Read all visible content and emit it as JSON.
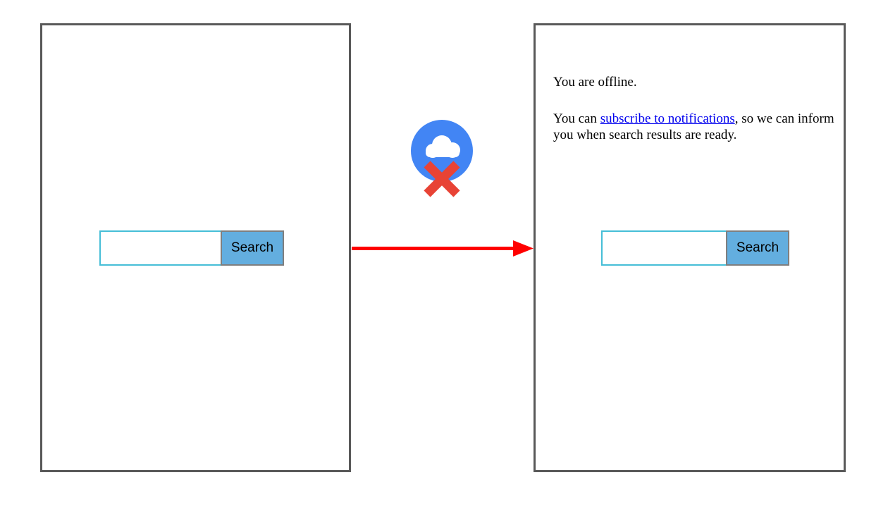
{
  "left_panel": {
    "search_input_value": "",
    "search_button_label": "Search"
  },
  "right_panel": {
    "offline_text": "You are offline.",
    "notify_prefix": "You can ",
    "notify_link_text": "subscribe to notifications",
    "notify_suffix": ", so we can inform you when search results are ready.",
    "search_input_value": "",
    "search_button_label": "Search"
  },
  "icons": {
    "offline_icon": "cloud-with-red-x-icon",
    "arrow": "red-flow-arrow-right"
  },
  "colors": {
    "panel_border": "#595959",
    "icon_circle_blue": "#4285F4",
    "icon_cloud": "#FFFFFF",
    "icon_x_red": "#E84335",
    "arrow_red": "#FF0000",
    "input_border_cyan": "#46BED7",
    "button_blue": "#63AEDF",
    "button_border_gray": "#7F7F7F",
    "link_blue": "#0000EE",
    "text_black": "#000000"
  }
}
